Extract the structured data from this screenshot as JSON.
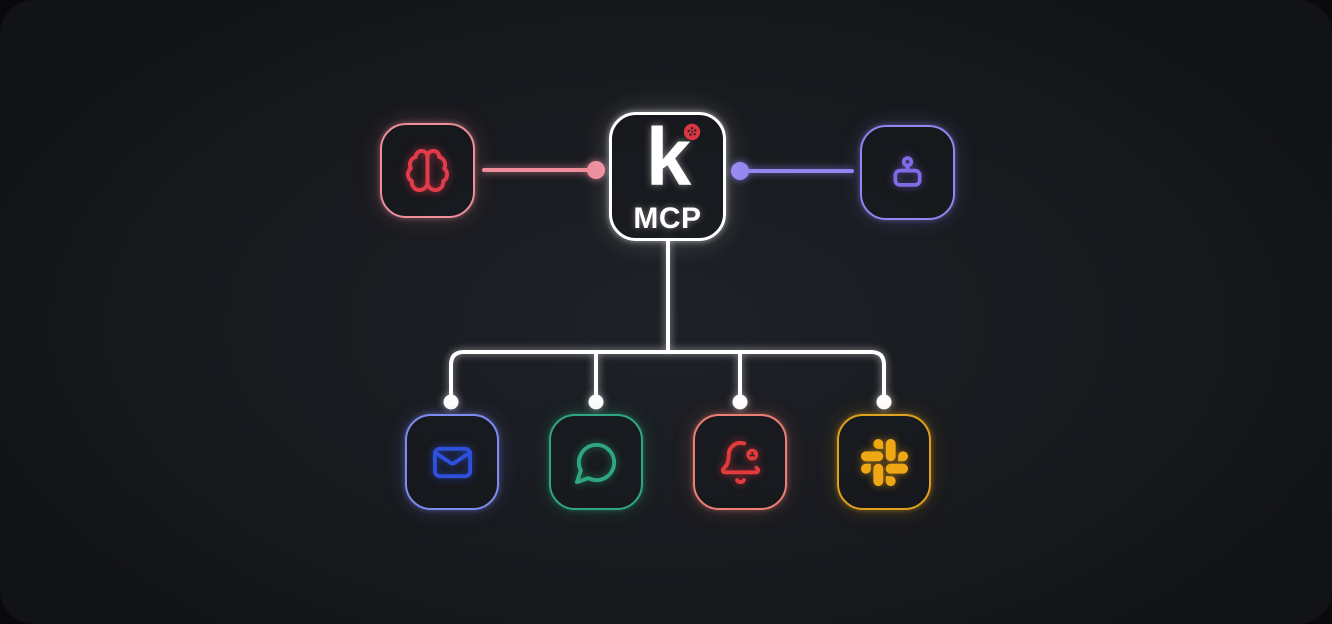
{
  "page": {
    "type": "mcp-architecture-diagram",
    "background_color": "#17191d"
  },
  "mcp_node": {
    "logo_letter": "k",
    "label": "MCP",
    "border_color": "#ffffff",
    "logo_color": "#ffffff",
    "logo_dot_color": "#dd3642"
  },
  "left_node": {
    "name": "ai-brain",
    "icon": "brain-icon",
    "border_color": "#ee8d9b",
    "icon_color": "#e23c4c",
    "connector": {
      "color": "#ee8d9b",
      "endpoint_dot": "near-mcp"
    }
  },
  "right_node": {
    "name": "controller",
    "icon": "joystick-icon",
    "border_color": "#9485f0",
    "icon_color": "#7f6ce6",
    "connector": {
      "color": "#9485f0",
      "endpoint_dot": "near-mcp"
    }
  },
  "bottom_nodes": [
    {
      "name": "email",
      "icon": "mail-icon",
      "border_color": "#7e8cf2",
      "icon_color": "#2d50dd"
    },
    {
      "name": "chat",
      "icon": "message-bubble-icon",
      "border_color": "#2fa77e",
      "icon_color": "#2fa77e"
    },
    {
      "name": "notifications",
      "icon": "bell-dot-icon",
      "border_color": "#ee7f75",
      "icon_color": "#e23a3d"
    },
    {
      "name": "slack",
      "icon": "slack-icon",
      "border_color": "#dfa11d",
      "icon_color": "#f0a714"
    }
  ],
  "tree_connector": {
    "color": "#ffffff",
    "branch_dots": 4
  }
}
